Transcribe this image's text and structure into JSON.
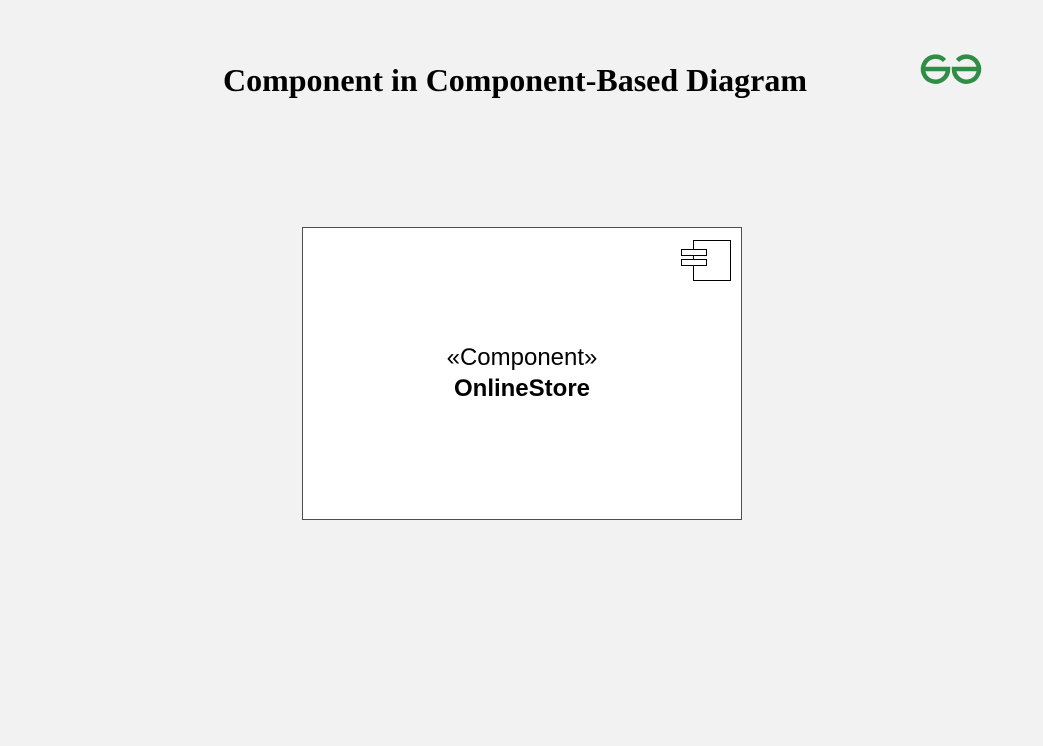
{
  "diagram": {
    "title": "Component in Component-Based Diagram",
    "logo_icon": "gfg-logo-icon",
    "logo_color": "#2f8d46",
    "component": {
      "stereotype": "«Component»",
      "name": "OnlineStore",
      "icon": "uml-component-icon"
    }
  }
}
